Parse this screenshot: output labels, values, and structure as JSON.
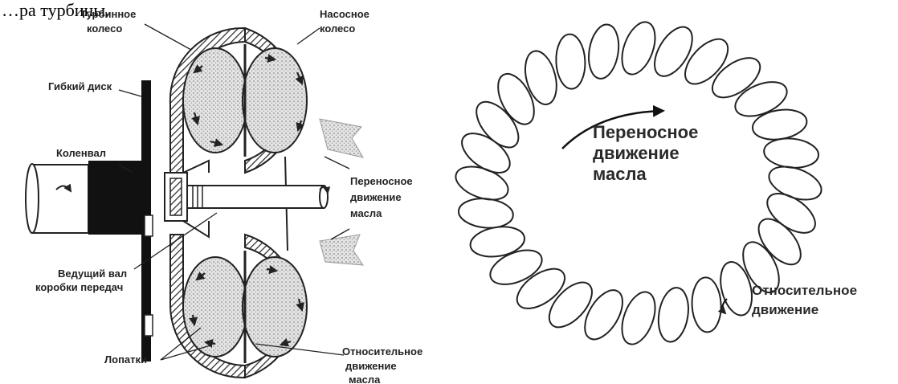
{
  "caption": "…ра турбины.",
  "left_labels": {
    "turbine_line1": "Турбинное",
    "turbine_line2": "колесо",
    "pump_line1": "Насосное",
    "pump_line2": "колесо",
    "flex_disk": "Гибкий диск",
    "crankshaft": "Коленвал",
    "transport_line1": "Переносное",
    "transport_line2": "движение",
    "transport_line3": "масла",
    "input_shaft_line1": "Ведущий вал",
    "input_shaft_line2": "коробки передач",
    "blades": "Лопатки",
    "relative_line1": "Относительное",
    "relative_line2": "движение",
    "relative_line3": "масла"
  },
  "right_labels": {
    "transport_line1": "Переносное",
    "transport_line2": "движение",
    "transport_line3": "масла",
    "relative_line1": "Относительное",
    "relative_line2": "движение"
  },
  "colors": {
    "ink": "#222222",
    "hatch": "#333333",
    "stipple": "#bfbfbf",
    "shaft": "#111111"
  }
}
